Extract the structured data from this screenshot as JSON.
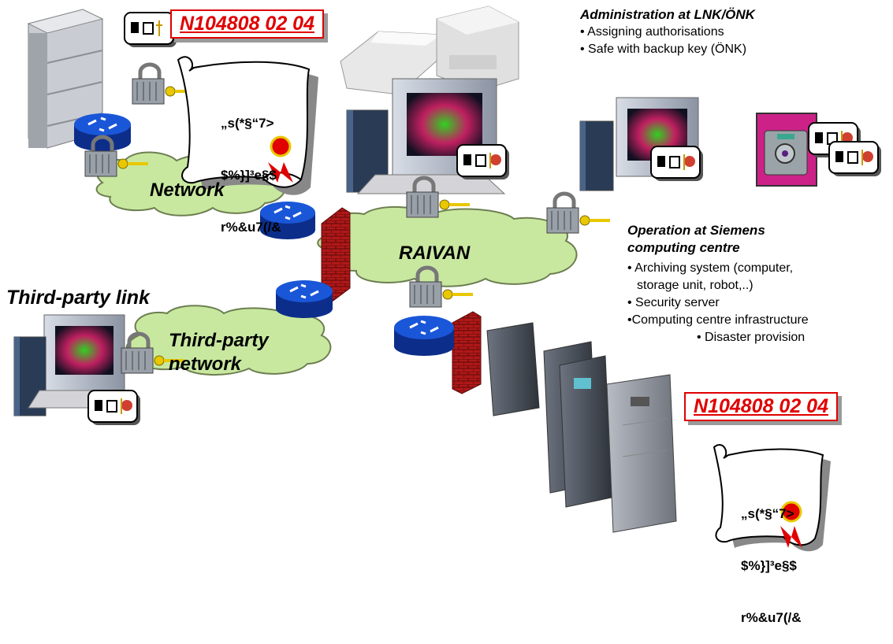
{
  "document_number": "N104808 02 04",
  "encrypted_text": [
    "„s(*§“7>",
    "$%}]³e§$",
    "r%&u7(/&"
  ],
  "clouds": {
    "network": "Network",
    "raivan": "RAIVAN",
    "third_party_network": "Third-party network"
  },
  "third_party_link": "Third-party link",
  "administration": {
    "title": "Administration at LNK/ÖNK",
    "bullets": [
      "• Assigning authorisations",
      "• Safe with backup key (ÖNK)"
    ]
  },
  "operation": {
    "title_line1": "Operation at Siemens",
    "title_line2": "computing centre",
    "bullets": [
      "• Archiving system (computer,",
      "storage unit, robot,..)",
      "• Security server",
      "•Computing centre infrastructure",
      "• Disaster provision"
    ]
  },
  "colors": {
    "red": "#e00000",
    "cloud": "#c8e8a0",
    "router": "#1144cc",
    "firewall": "#b01818",
    "safe": "#cc2288"
  }
}
